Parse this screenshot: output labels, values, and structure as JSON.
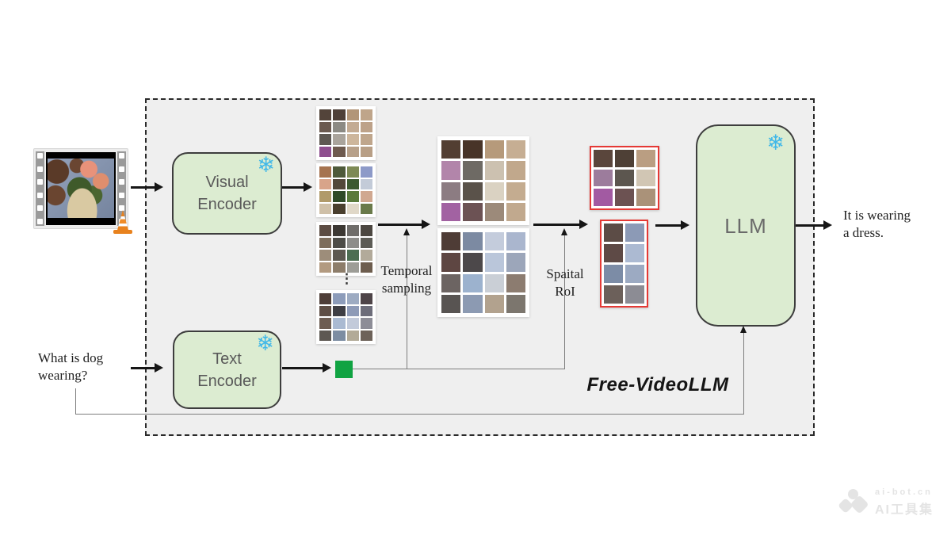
{
  "title": "Free-VideoLLM",
  "question": {
    "lines": [
      "What is dog",
      "wearing?"
    ]
  },
  "answer": {
    "lines": [
      "It is wearing",
      "a dress."
    ]
  },
  "encoders": {
    "visual": {
      "lines": [
        "Visual",
        "Encoder"
      ]
    },
    "text": {
      "lines": [
        "Text",
        "Encoder"
      ]
    },
    "llm": {
      "label": "LLM"
    }
  },
  "labels": {
    "temporal": {
      "lines": [
        "Temporal",
        "sampling"
      ]
    },
    "spatial": {
      "lines": [
        "Spaital",
        "RoI"
      ]
    }
  },
  "icons": {
    "snowflake": "❄",
    "ellipsis": "⋮"
  },
  "colors": {
    "box_fill": "#dcecd1",
    "box_border": "#3d3d3d",
    "snowflake_blue": "#41b8e8",
    "roi_border_red": "#e53935",
    "query_token_green": "#10a342",
    "panel_bg": "#efefef"
  },
  "grids": {
    "small": [
      {
        "cols": 4,
        "colors": [
          "#53443a",
          "#4e4038",
          "#b29678",
          "#bfa58a",
          "#6b5a50",
          "#8c8a84",
          "#c3ab93",
          "#bda289",
          "#5e5852",
          "#aaa49c",
          "#cdb69c",
          "#bfa68c",
          "#8e4e8e",
          "#6e5a4e",
          "#b7a089",
          "#b89f86"
        ]
      },
      {
        "cols": 4,
        "colors": [
          "#a5734f",
          "#4e5a3a",
          "#7d8a55",
          "#8d9ac8",
          "#d8a48a",
          "#53483a",
          "#3d5a30",
          "#c3cbd8",
          "#b09a6a",
          "#2f4a28",
          "#5a7a3c",
          "#d0a890",
          "#cfc0a8",
          "#4a3f2e",
          "#e0d8c8",
          "#6a7a4a"
        ]
      },
      {
        "cols": 4,
        "colors": [
          "#5c4c42",
          "#3c3833",
          "#6f6d6a",
          "#4c4741",
          "#7d6d5b",
          "#4d4c47",
          "#8d8d8a",
          "#5d5c56",
          "#9d8d7a",
          "#5d5850",
          "#4d6d52",
          "#b2aa9a",
          "#b29a80",
          "#8d7d6a",
          "#9d9d97",
          "#6d5d4e"
        ]
      },
      {
        "cols": 4,
        "colors": [
          "#4e3e38",
          "#8d9cba",
          "#9dabc2",
          "#4e4448",
          "#5e4e45",
          "#3e3e44",
          "#8d9ab7",
          "#6d6d7a",
          "#6d5d52",
          "#aabad2",
          "#c2cada",
          "#8d8d97",
          "#5d5852",
          "#7d8da2",
          "#b2aa97",
          "#6d6259"
        ]
      }
    ],
    "sampled": [
      {
        "cols": 4,
        "colors": [
          "#523e32",
          "#483428",
          "#b69a7b",
          "#c6ae93",
          "#b285aa",
          "#6e6a64",
          "#ccc1b0",
          "#c1a88c",
          "#8c7c82",
          "#5a524a",
          "#dad2c2",
          "#c4ac90",
          "#a262a2",
          "#6c5254",
          "#9c8a7a",
          "#c1a98e"
        ]
      },
      {
        "cols": 4,
        "colors": [
          "#4e3c36",
          "#7c8aa2",
          "#c4ccdc",
          "#aab6ce",
          "#5e4642",
          "#4c484a",
          "#bac6da",
          "#9ca6ba",
          "#6c6462",
          "#9cb2ce",
          "#cacfd6",
          "#8c7c70",
          "#585452",
          "#8c9ab2",
          "#b2a28e",
          "#7c766e"
        ]
      }
    ],
    "roi": [
      {
        "cols": 3,
        "colors": [
          "#5a463c",
          "#4e4036",
          "#ba9e82",
          "#9c7c9c",
          "#5c564f",
          "#d1c6b4",
          "#a25aa2",
          "#6c5252",
          "#aa9279"
        ]
      },
      {
        "cols": 2,
        "colors": [
          "#5c4c46",
          "#8c9ab6",
          "#5e4a46",
          "#acbad2",
          "#7c8ca6",
          "#9caac2",
          "#6c605a",
          "#8c8c94"
        ]
      }
    ]
  },
  "watermark": {
    "site": "ai-bot.cn",
    "name": "AI工具集"
  }
}
